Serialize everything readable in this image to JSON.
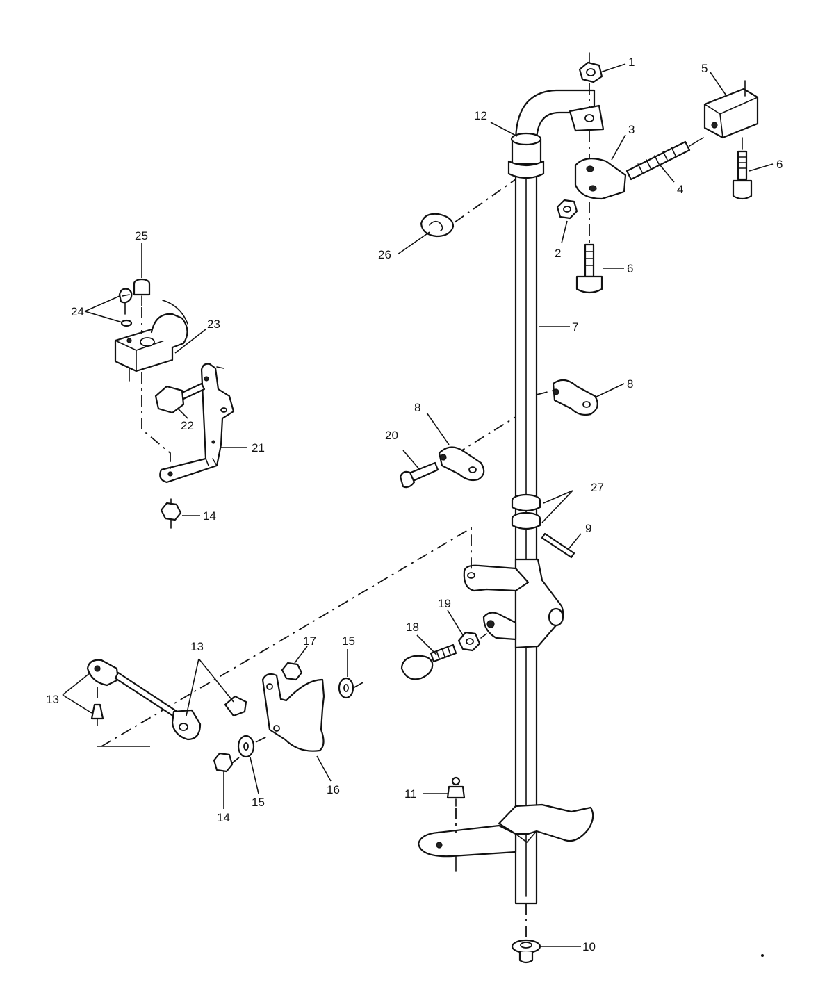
{
  "callouts": {
    "c1": "1",
    "c2": "2",
    "c3": "3",
    "c4": "4",
    "c5": "5",
    "c6a": "6",
    "c6b": "6",
    "c7": "7",
    "c8a": "8",
    "c8b": "8",
    "c9": "9",
    "c10": "10",
    "c11": "11",
    "c12": "12",
    "c13a": "13",
    "c13b": "13",
    "c14a": "14",
    "c14b": "14",
    "c15a": "15",
    "c15b": "15",
    "c16": "16",
    "c17": "17",
    "c18": "18",
    "c19": "19",
    "c20": "20",
    "c21": "21",
    "c22": "22",
    "c23": "23",
    "c24": "24",
    "c25": "25",
    "c26": "26",
    "c27": "27"
  },
  "colors": {
    "ink": "#111111",
    "paper": "#ffffff"
  }
}
